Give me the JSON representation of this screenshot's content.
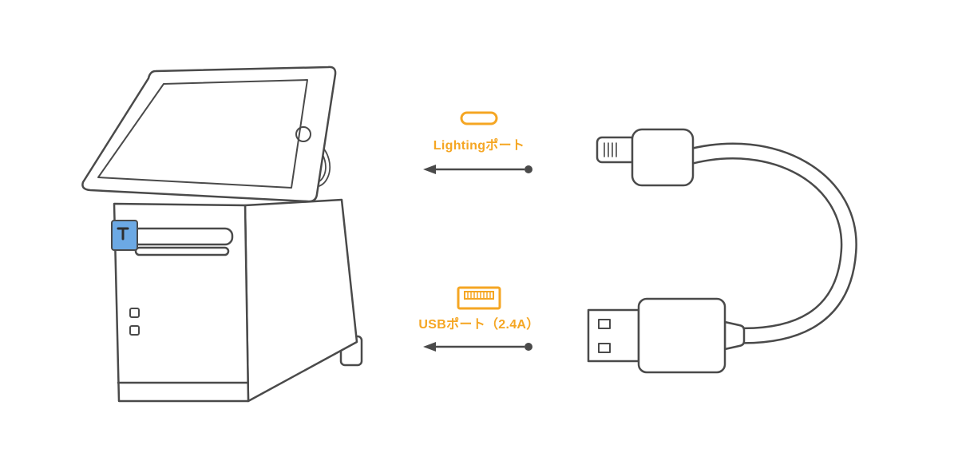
{
  "colors": {
    "background": "#FFFFFF",
    "accent_orange": "#F5A623",
    "line_gray": "#4A4A4A",
    "connector_blue": "#6CA9E4"
  },
  "annotations": {
    "lightning": {
      "icon": "lightning-port-icon",
      "label": "Lightingポート"
    },
    "usb": {
      "icon": "usb-port-icon",
      "label": "USBポート（2.4A）"
    }
  },
  "illustrations": {
    "device": "ipad-on-printer-stand",
    "cable": "lightning-to-usb-cable"
  }
}
